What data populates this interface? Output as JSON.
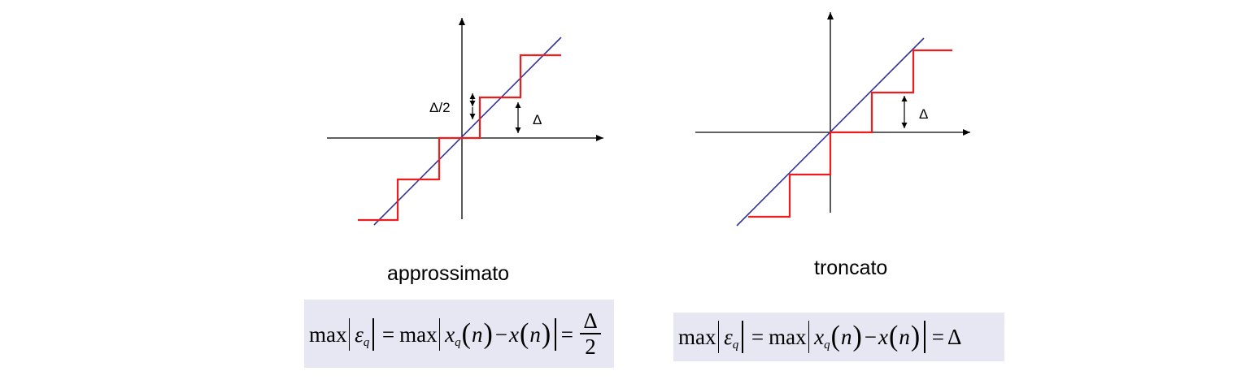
{
  "left": {
    "caption": "approssimato",
    "annot_half": "Δ/2",
    "annot_step": "Δ",
    "formula": {
      "max1": "max",
      "eps": "ε",
      "q": "q",
      "eq1": "=",
      "max2": "max",
      "x": "x",
      "q2": "q",
      "n1": "n",
      "minus": "−",
      "x2": "x",
      "n2": "n",
      "eq2": "=",
      "frac_num": "Δ",
      "frac_den": "2"
    }
  },
  "right": {
    "caption": "troncato",
    "annot_step": "Δ",
    "formula": {
      "max1": "max",
      "eps": "ε",
      "q": "q",
      "eq1": "=",
      "max2": "max",
      "x": "x",
      "q2": "q",
      "n1": "n",
      "minus": "−",
      "x2": "x",
      "n2": "n",
      "eq2": "=",
      "rhs": "Δ"
    }
  },
  "colors": {
    "step": "#ee1c1c",
    "identity": "#333399",
    "axis": "#000000",
    "formula_bg": "#e7e7f3"
  }
}
